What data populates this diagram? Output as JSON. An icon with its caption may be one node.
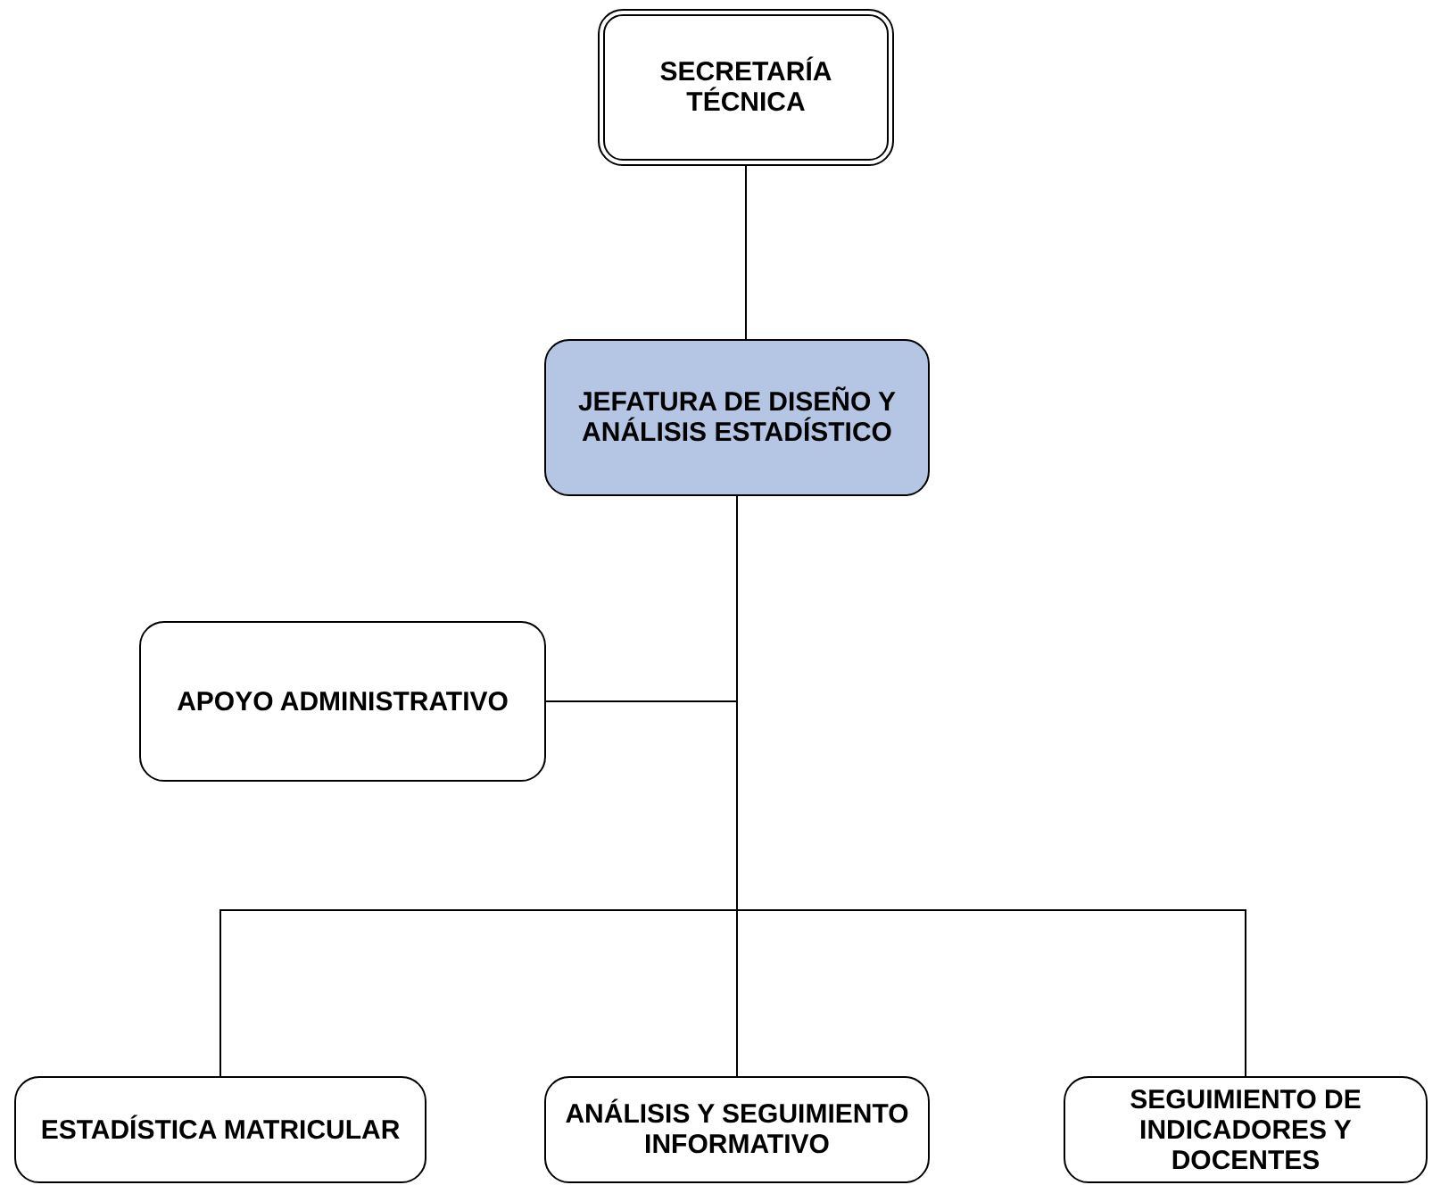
{
  "diagram": {
    "nodes": [
      {
        "text": [
          "SECRETARÍA TÉCNICA"
        ]
      },
      {
        "text": [
          "JEFATURA DE DISEÑO Y ANÁLISIS ESTADÍSTICO"
        ]
      },
      {
        "text": [
          "APOYO ADMINISTRATIVO"
        ]
      },
      {
        "text": [
          "ESTADÍSTICA MATRICULAR"
        ]
      },
      {
        "text": [
          "ANÁLISIS Y SEGUIMIENTO INFORMATIVO"
        ]
      },
      {
        "text": [
          "SEGUIMIENTO DE INDICADORES Y DOCENTES"
        ]
      }
    ],
    "edges": [
      {
        "from": 0,
        "to": 1,
        "arrow": "none"
      },
      {
        "from": 1,
        "to": 2,
        "arrow": "none"
      },
      {
        "from": 1,
        "to": 3,
        "arrow": "none"
      },
      {
        "from": 1,
        "to": 4,
        "arrow": "none"
      },
      {
        "from": 1,
        "to": 5,
        "arrow": "none"
      }
    ]
  }
}
